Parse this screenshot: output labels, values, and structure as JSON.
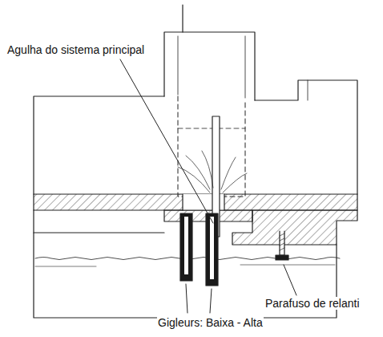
{
  "diagram": {
    "labels": [
      "Agulha do sistema principal",
      "Gigleurs: Baixa - Alta",
      "Parafuso de relanti"
    ]
  }
}
